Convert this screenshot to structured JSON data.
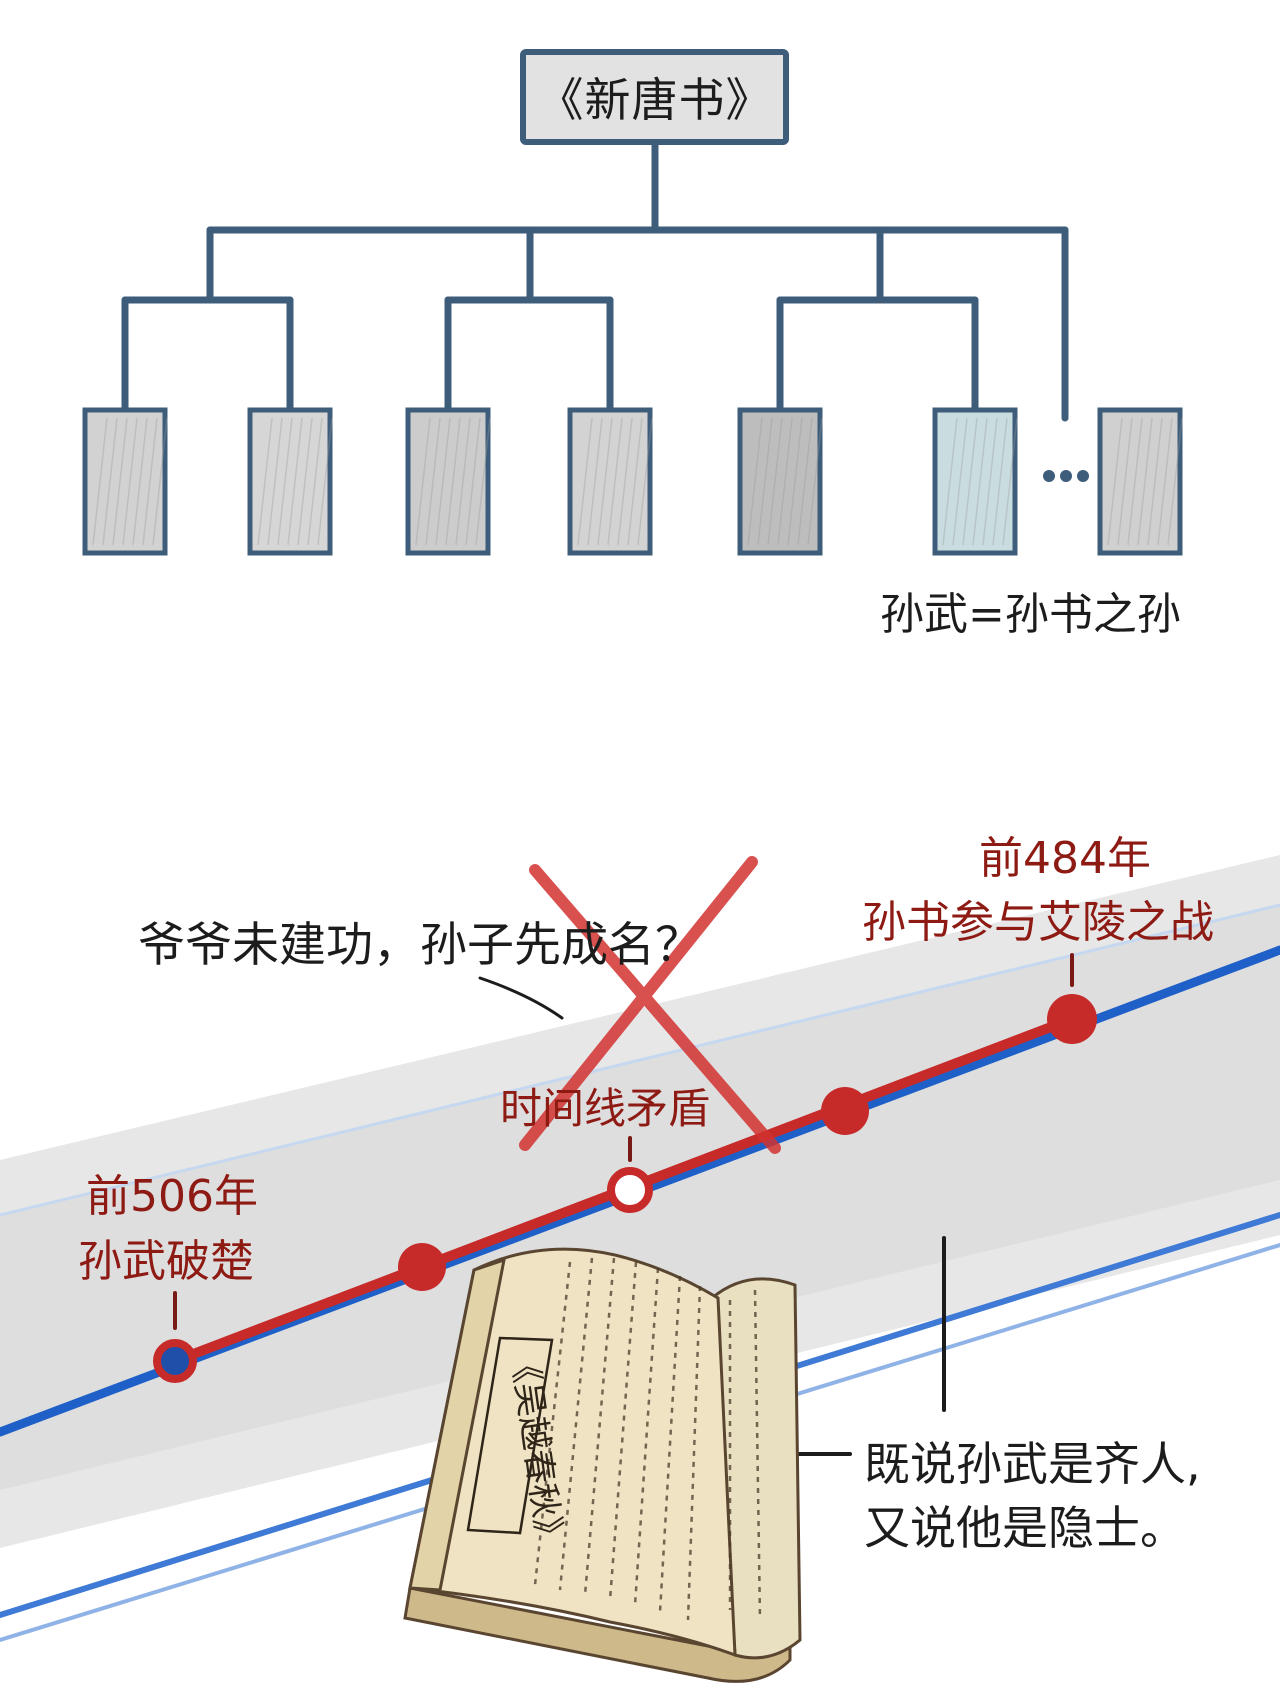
{
  "tree": {
    "root_label": "《新唐书》",
    "ellipsis": "...",
    "caption": "孙武=孙书之孙",
    "highlighted_child": 6
  },
  "timeline": {
    "question": "爷爷未建功，孙子先成名？",
    "event_start": {
      "year": "前506年",
      "text": "孙武破楚"
    },
    "event_end": {
      "year": "前484年",
      "text": "孙书参与艾陵之战"
    },
    "conflict": "时间线矛盾"
  },
  "book": {
    "title": "《吴越春秋》",
    "note_line1": "既说孙武是齐人,",
    "note_line2": "又说他是隐士。"
  },
  "colors": {
    "tree_line": "#3e5d7a",
    "red": "#c62b2a",
    "dark_red": "#8e1a14",
    "blue": "#1f5fc8",
    "gray_box": "#cfcfcf",
    "highlight_box": "#c9dde0"
  }
}
